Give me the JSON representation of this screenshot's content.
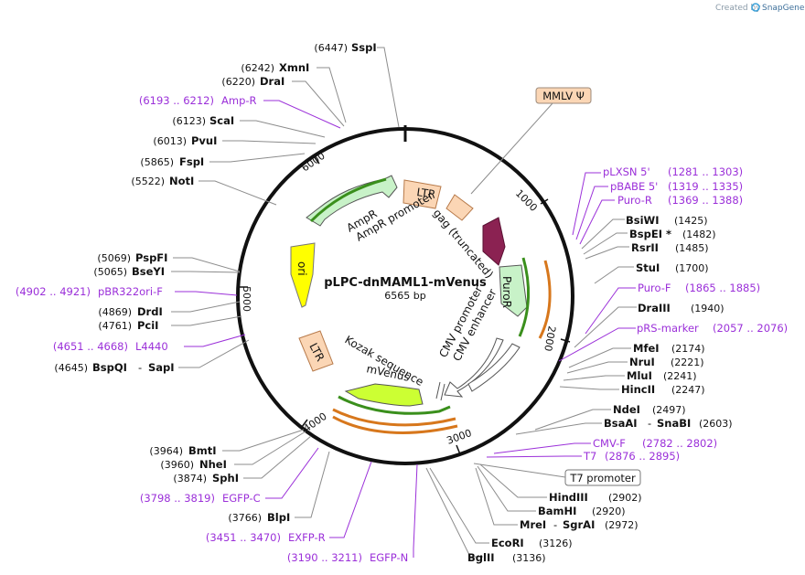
{
  "credit": {
    "prefix": "Created by",
    "brand": "SnapGene"
  },
  "plasmid": {
    "name": "pLPC-dnMAML1-mVenus",
    "length": "6565 bp"
  },
  "ticks": [
    "1000",
    "2000",
    "3000",
    "4000",
    "5000",
    "6000"
  ],
  "features": {
    "ltr_top": "LTR",
    "gag": "gag (truncated)",
    "puror": "PuroR",
    "cmv_promoter": "CMV promoter",
    "cmv_enhancer": "CMV enhancer",
    "ampr": "AmpR",
    "ampr_promoter": "AmpR promoter",
    "ori": "ori",
    "ltr_bottom": "LTR",
    "kozak": "Kozak sequence",
    "mvenus": "mVenus"
  },
  "boxed_labels": {
    "mmlv": "MMLV Ψ",
    "t7_promoter": "T7 promoter"
  },
  "right_labels": [
    {
      "name": "pLXSN 5'",
      "pos": "(1281 .. 1303)",
      "kind": "primer"
    },
    {
      "name": "pBABE 5'",
      "pos": "(1319 .. 1335)",
      "kind": "primer"
    },
    {
      "name": "Puro-R",
      "pos": "(1369 .. 1388)",
      "kind": "primer"
    },
    {
      "name": "BsiWI",
      "pos": "(1425)",
      "kind": "enzyme"
    },
    {
      "name": "BspEI *",
      "pos": "(1482)",
      "kind": "enzyme"
    },
    {
      "name": "RsrII",
      "pos": "(1485)",
      "kind": "enzyme"
    },
    {
      "name": "StuI",
      "pos": "(1700)",
      "kind": "enzyme"
    },
    {
      "name": "Puro-F",
      "pos": "(1865 .. 1885)",
      "kind": "primer"
    },
    {
      "name": "DraIII",
      "pos": "(1940)",
      "kind": "enzyme"
    },
    {
      "name": "pRS-marker",
      "pos": "(2057 .. 2076)",
      "kind": "primer"
    },
    {
      "name": "MfeI",
      "pos": "(2174)",
      "kind": "enzyme"
    },
    {
      "name": "NruI",
      "pos": "(2221)",
      "kind": "enzyme"
    },
    {
      "name": "MluI",
      "pos": "(2241)",
      "kind": "enzyme"
    },
    {
      "name": "HincII",
      "pos": "(2247)",
      "kind": "enzyme"
    },
    {
      "name": "NdeI",
      "pos": "(2497)",
      "kind": "enzyme"
    },
    {
      "name": "BsaAI",
      "name2": "SnaBI",
      "pos": "(2603)",
      "kind": "enzyme"
    },
    {
      "name": "CMV-F",
      "pos": "(2782 .. 2802)",
      "kind": "primer"
    },
    {
      "name": "T7",
      "pos": "(2876 .. 2895)",
      "kind": "primer"
    },
    {
      "name": "HindIII",
      "pos": "(2902)",
      "kind": "enzyme"
    },
    {
      "name": "BamHI",
      "pos": "(2920)",
      "kind": "enzyme"
    },
    {
      "name": "MreI",
      "name2": "SgrAI",
      "pos": "(2972)",
      "kind": "enzyme"
    },
    {
      "name": "EcoRI",
      "pos": "(3126)",
      "kind": "enzyme"
    },
    {
      "name": "BglII",
      "pos": "(3136)",
      "kind": "enzyme"
    }
  ],
  "left_labels": [
    {
      "name": "SspI",
      "pos": "(6447)",
      "kind": "enzyme"
    },
    {
      "name": "XmnI",
      "pos": "(6242)",
      "kind": "enzyme"
    },
    {
      "name": "DraI",
      "pos": "(6220)",
      "kind": "enzyme"
    },
    {
      "name": "Amp-R",
      "pos": "(6193 .. 6212)",
      "kind": "primer"
    },
    {
      "name": "ScaI",
      "pos": "(6123)",
      "kind": "enzyme"
    },
    {
      "name": "PvuI",
      "pos": "(6013)",
      "kind": "enzyme"
    },
    {
      "name": "FspI",
      "pos": "(5865)",
      "kind": "enzyme"
    },
    {
      "name": "NotI",
      "pos": "(5522)",
      "kind": "enzyme"
    },
    {
      "name": "PspFI",
      "pos": "(5069)",
      "kind": "enzyme"
    },
    {
      "name": "BseYI",
      "pos": "(5065)",
      "kind": "enzyme"
    },
    {
      "name": "pBR322ori-F",
      "pos": "(4902 .. 4921)",
      "kind": "primer"
    },
    {
      "name": "DrdI",
      "pos": "(4869)",
      "kind": "enzyme"
    },
    {
      "name": "PciI",
      "pos": "(4761)",
      "kind": "enzyme"
    },
    {
      "name": "L4440",
      "pos": "(4651 .. 4668)",
      "kind": "primer"
    },
    {
      "name": "BspQI",
      "name2": "SapI",
      "pos": "(4645)",
      "kind": "enzyme"
    },
    {
      "name": "BmtI",
      "pos": "(3964)",
      "kind": "enzyme"
    },
    {
      "name": "NheI",
      "pos": "(3960)",
      "kind": "enzyme"
    },
    {
      "name": "SphI",
      "pos": "(3874)",
      "kind": "enzyme"
    },
    {
      "name": "EGFP-C",
      "pos": "(3798 .. 3819)",
      "kind": "primer"
    },
    {
      "name": "BlpI",
      "pos": "(3766)",
      "kind": "enzyme"
    },
    {
      "name": "EXFP-R",
      "pos": "(3451 .. 3470)",
      "kind": "primer"
    },
    {
      "name": "EGFP-N",
      "pos": "(3190 .. 3211)",
      "kind": "primer"
    }
  ],
  "colors": {
    "primer": "#9b30d9",
    "ltr": "#fbd6b5",
    "green_feature": "#c8f2c8",
    "ori": "#ffff00",
    "puror_dark": "#8b2252",
    "mvenus": "#ccff33",
    "orf_orange": "#d7771c",
    "orf_green": "#3a8f1c"
  }
}
